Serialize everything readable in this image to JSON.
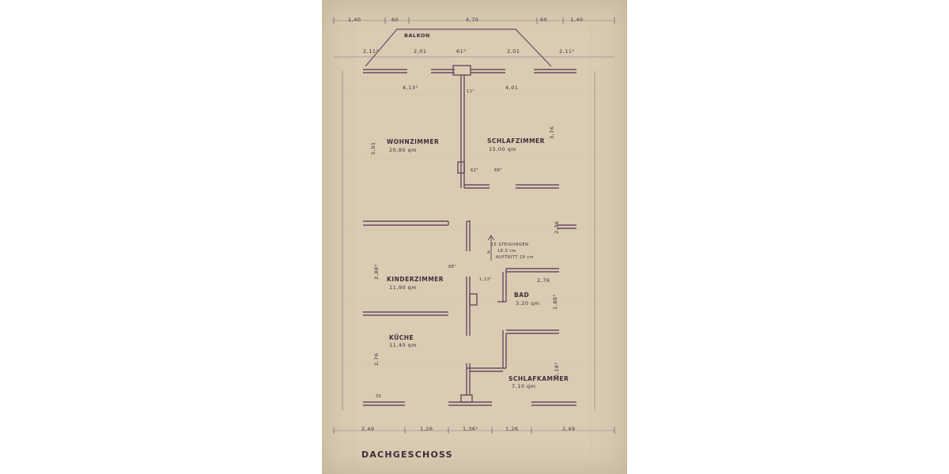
{
  "plan": {
    "title": "DACHGESCHOSS",
    "rooms": {
      "balkon": "BALKON",
      "wohnzimmer": "WOHNZIMMER",
      "wohnzimmer_area": "20,80 qm",
      "schlafzimmer": "SCHLAFZIMMER",
      "schlafzimmer_area": "15,00 qm",
      "kinderzimmer": "KINDERZIMMER",
      "kinderzimmer_area": "11,90 qm",
      "kueche": "KÜCHE",
      "kueche_area": "11,40 qm",
      "bad": "BAD",
      "bad_area": "3,20 qm",
      "schlafkammer": "SCHLAFKAMMER",
      "schlafkammer_area": "7,10 qm"
    },
    "stair": {
      "count": "15 STEIGUNGEN",
      "rise": "18,3 cm",
      "tread": "AUFTRITT 29 cm",
      "arrow_label": "A"
    },
    "dims_top": [
      "1,40",
      "60",
      "4,70",
      "60",
      "1,40"
    ],
    "dims_balcony_row": [
      "2,11⁵",
      "2,01",
      "61⁵",
      "2,01",
      "2,11⁵"
    ],
    "dims_bottom": [
      "2,49",
      "1,26",
      "1,36⁵",
      "1,26",
      "2,49"
    ],
    "dims_other": {
      "wohn_width": "4,13⁵",
      "schlaf_width": "4,01",
      "wohn_depth": "5,01",
      "schlaf_depth": "3,76",
      "kinder_depth": "2,88⁵",
      "kueche_depth": "2,76",
      "stair_depth": "2,76",
      "bad_width": "2,76",
      "bad_depth": "1,88⁵",
      "kammer_depth": "2,18⁵",
      "corridor_width": "1,13⁵",
      "door_88": "88⁵",
      "door_62": "62⁵",
      "wall_115": "11⁵",
      "wall_30": "30"
    }
  },
  "colors": {
    "paper": "#d9ccb2",
    "ink": "#6b4a63",
    "grid": "#cdbfa4"
  }
}
